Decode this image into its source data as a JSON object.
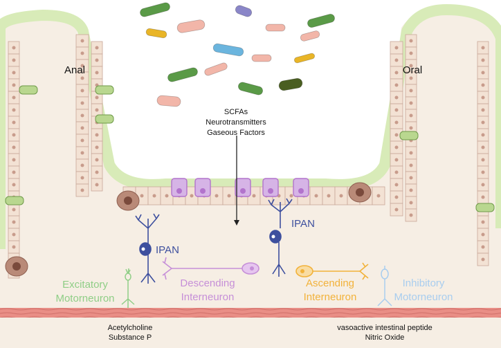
{
  "regions": {
    "anal": "Anal",
    "oral": "Oral"
  },
  "lumen": {
    "factors": [
      "SCFAs",
      "Neurotransmitters",
      "Gaseous Factors"
    ]
  },
  "neurons": {
    "ipan_left": "IPAN",
    "ipan_right": "IPAN",
    "excitatory": [
      "Excitatory",
      "Motorneuron"
    ],
    "descending": [
      "Descending",
      "Interneuron"
    ],
    "ascending": [
      "Ascending",
      "Interneuron"
    ],
    "inhibitory": [
      "Inhibitory",
      "Motorneuron"
    ]
  },
  "transmitters": {
    "left": [
      "Acetylcholine",
      "Substance P"
    ],
    "right": [
      "vasoactive intestinal peptide",
      "Nitric Oxide"
    ]
  },
  "colors": {
    "background": "#f6eee4",
    "mucosa": "#d8ebb8",
    "cell": "#f3e2d4",
    "cell_border": "#c9a899",
    "nucleus": "#c89c8c",
    "muscle": "#e98e86",
    "ipan": "#3d4f9e",
    "excitatory": "#8fce86",
    "descending": "#c68fd8",
    "ascending": "#f2b23a",
    "inhibitory": "#a8cdef",
    "enterochromaffin": "#b273cc",
    "bacteria_green": "#5a9a47",
    "bacteria_yellow": "#e9b527",
    "bacteria_blue": "#6bb5de",
    "bacteria_purple": "#8a86c8",
    "bacteria_pink": "#f2b6a9",
    "bacteria_dark": "#4a5e21"
  }
}
